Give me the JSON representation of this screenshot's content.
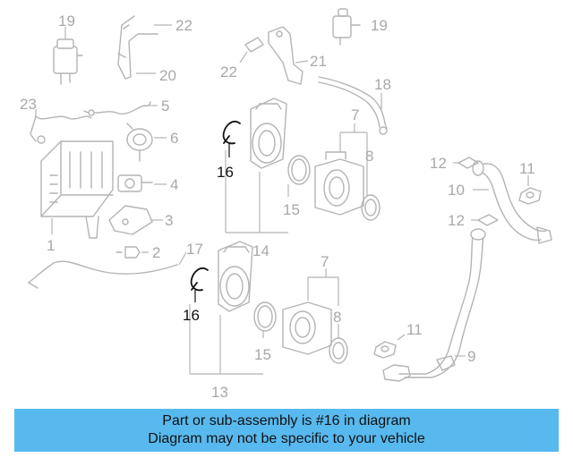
{
  "diagram": {
    "highlighted_part": "16",
    "labels": {
      "p1": "1",
      "p2": "2",
      "p3": "3",
      "p4": "4",
      "p5": "5",
      "p6": "6",
      "p7a": "7",
      "p7b": "7",
      "p8a": "8",
      "p8b": "8",
      "p9": "9",
      "p10": "10",
      "p11a": "11",
      "p11b": "11",
      "p12a": "12",
      "p12b": "12",
      "p13": "13",
      "p14": "14",
      "p15a": "15",
      "p15b": "15",
      "p16a": "16",
      "p16b": "16",
      "p17": "17",
      "p18": "18",
      "p19a": "19",
      "p19b": "19",
      "p20": "20",
      "p21": "21",
      "p22a": "22",
      "p22b": "22",
      "p23": "23"
    }
  },
  "banner": {
    "line1": "Part or sub-assembly is #16 in diagram",
    "line2": "Diagram may not be specific to your vehicle",
    "color": "#58b9ef"
  }
}
